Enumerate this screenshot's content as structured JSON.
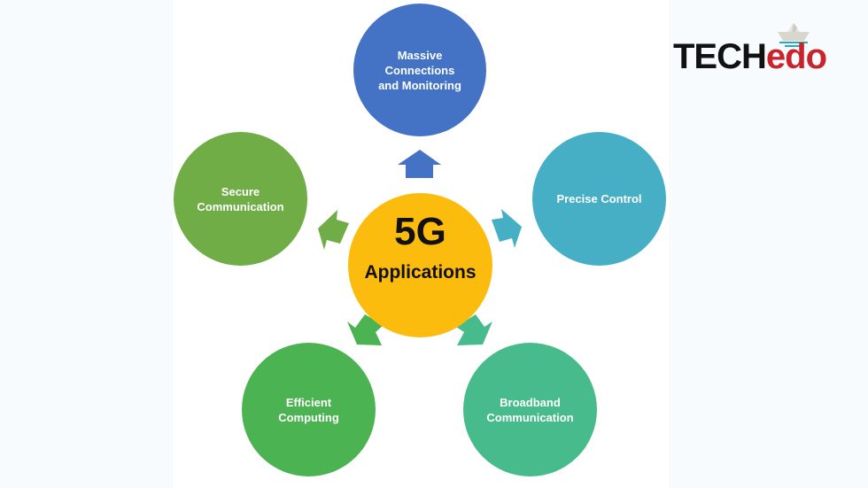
{
  "brand": {
    "logo_text_dark": "TECH",
    "logo_text_accent": "edo",
    "dark_color": "#111111",
    "accent_color": "#c9232b",
    "logo_icon": "paper-boat-icon"
  },
  "diagram": {
    "title_main": "5G",
    "title_sub": "Applications",
    "center_color": "#fbbc0e",
    "nodes": [
      {
        "id": "massive-connections",
        "label_lines": [
          "Massive",
          "Connections",
          "and Monitoring"
        ],
        "color": "#4472c4",
        "arrow": "up-arrow-icon"
      },
      {
        "id": "precise-control",
        "label_lines": [
          "Precise Control"
        ],
        "color": "#46afc6",
        "arrow": "right-arrow-icon"
      },
      {
        "id": "broadband-communication",
        "label_lines": [
          "Broadband",
          "Communication"
        ],
        "color": "#48bb8c",
        "arrow": "down-right-arrow-icon"
      },
      {
        "id": "efficient-computing",
        "label_lines": [
          "Efficient",
          "Computing"
        ],
        "color": "#4cb352",
        "arrow": "down-left-arrow-icon"
      },
      {
        "id": "secure-communication",
        "label_lines": [
          "Secure",
          "Communication"
        ],
        "color": "#70ad47",
        "arrow": "left-arrow-icon"
      }
    ]
  }
}
